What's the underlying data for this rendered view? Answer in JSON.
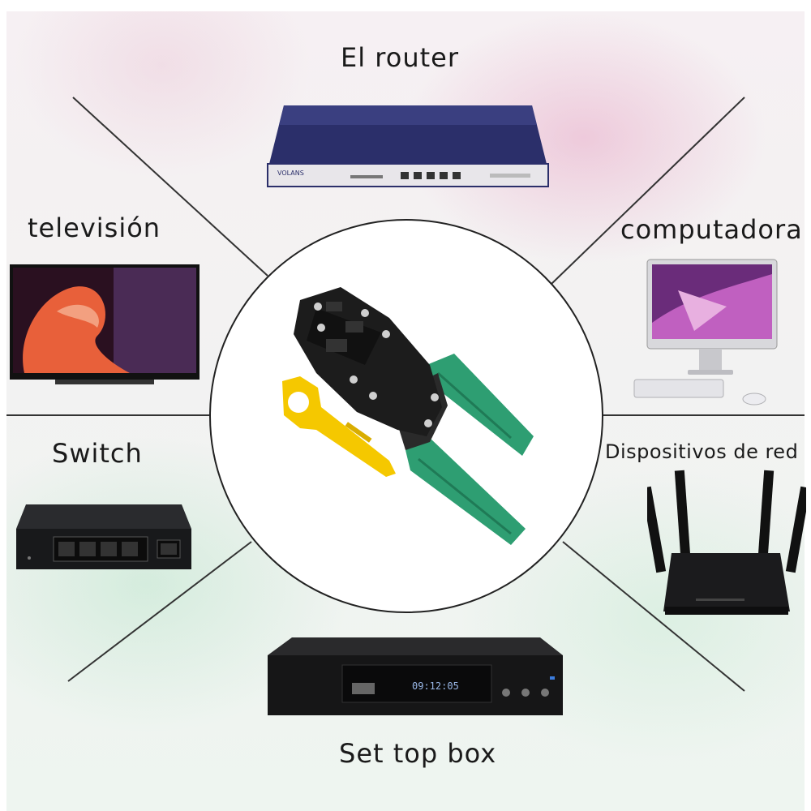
{
  "labels": {
    "router": "El router",
    "television": "televisión",
    "computer": "computadora",
    "switch": "Switch",
    "network_devices": "Dispositivos de red",
    "set_top_box": "Set top box"
  },
  "device_text": {
    "router_brand": "VOLANS",
    "stb_display": "09:12:05"
  },
  "icons": {
    "center": "crimping-tool-icon",
    "router": "router-icon",
    "television": "television-icon",
    "computer": "computer-icon",
    "switch": "network-switch-icon",
    "network_devices": "wifi-router-icon",
    "set_top_box": "set-top-box-icon"
  },
  "colors": {
    "tool_handle": "#2e9e72",
    "stripper": "#f5c800",
    "tool_head": "#1c1c1c"
  }
}
